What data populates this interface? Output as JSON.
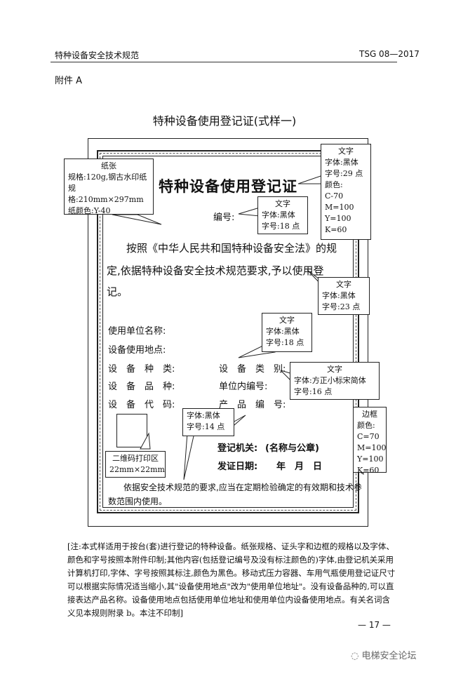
{
  "header": {
    "left": "特种设备安全技术规范",
    "right": "TSG 08—2017"
  },
  "annex": "附件 A",
  "doc_title": "特种设备使用登记证(式样一)",
  "certificate": {
    "title": "特种设备使用登记证",
    "number_label": "编号:",
    "body_line1": "按照《中华人民共和国特种设备安全法》的规",
    "body_line2": "定,依据特种设备安全技术规范要求,予以使用登",
    "body_line3": "记。",
    "fields_left": [
      "使用单位名称:",
      "设备使用地点:",
      "设　备　种　类:",
      "设　备　品　种:",
      "设　备　代　码:"
    ],
    "fields_right": [
      "设　备　类　别:",
      "单位内编号:",
      "产　品　编　号:"
    ],
    "issuer_label": "登记机关:",
    "issuer_note": "(名称与公章)",
    "issue_date_label": "发证日期:",
    "issue_date_value": "年　月　日",
    "validity_note_line1": "依据安全技术规范的要求,应当在定期检验确定的有效期和技术参",
    "validity_note_line2": "数范围内使用。"
  },
  "callouts": {
    "paper": [
      "纸张",
      "规格:120g,钢古水印纸",
      "规格:210mm×297mm",
      "纸颜色:Y-40"
    ],
    "title_text": [
      "文字",
      "字体:黑体",
      "字号:29 点",
      "颜色:",
      "C-70",
      "M=100",
      "Y=100",
      "K=60"
    ],
    "number_text": [
      "文字",
      "字体:黑体",
      "字号:18 点"
    ],
    "body_text": [
      "文字",
      "字体:黑体",
      "字号:23 点"
    ],
    "fields_text": [
      "文字",
      "字体:黑体",
      "字号:18 点"
    ],
    "right_fields_text": [
      "文字",
      "字体:方正小标宋简体",
      "字号:16 点"
    ],
    "small_text": [
      "字体:黑体",
      "字号:14 点"
    ],
    "qr": [
      "二维码打印区",
      "22mm×22mm"
    ],
    "border": [
      "边框",
      "颜色:",
      "C=70",
      "M=100",
      "Y=100",
      "K=60"
    ]
  },
  "footer_note": "[注:本式样适用于按台(套)进行登记的特种设备。纸张规格、证头字和边框的规格以及字体、颜色和字号按照本附件印制;其他内容(包括登记编号及没有标注颜色的)字体,由登记机关采用计算机打印,字体、字号按照其标注,颜色为黑色。移动式压力容器、车用气瓶使用登记证尺寸可以根据实际情况适当缩小,其\"设备使用地点\"改为\"使用单位地址\"。没有设备品种的,可以直接表达产品名称。设备使用地点包括使用单位地址和使用单位内设备使用地点。有关名词含义见本规则附录 b。本注不印制]",
  "page_number": "— 17 —",
  "watermark": "电梯安全论坛"
}
